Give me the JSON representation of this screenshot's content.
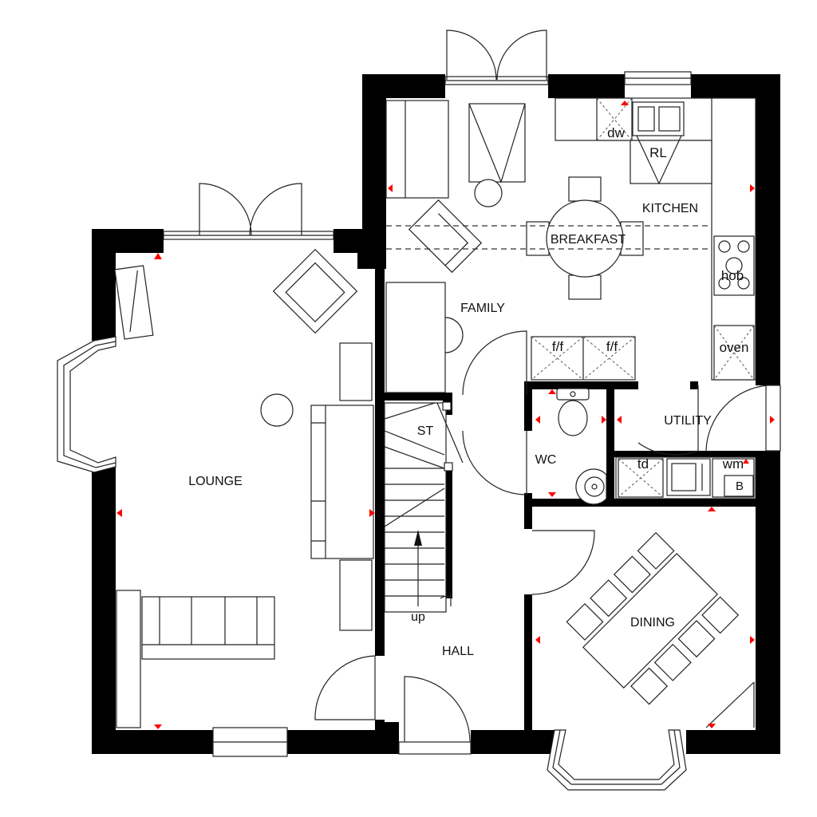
{
  "rooms": {
    "lounge": "LOUNGE",
    "family": "FAMILY",
    "kitchen": "KITCHEN",
    "breakfast": "BREAKFAST",
    "utility": "UTILITY",
    "wc": "WC",
    "hall": "HALL",
    "dining": "DINING"
  },
  "fixtures": {
    "store": "ST",
    "stairs_up": "up",
    "dishwasher": "dw",
    "sink": "RL",
    "hob": "hob",
    "oven": "oven",
    "fridge_freezer_1": "f/f",
    "fridge_freezer_2": "f/f",
    "tumble_dryer": "td",
    "washing_machine": "wm",
    "boiler": "B"
  },
  "colors": {
    "wall": "#000000",
    "line": "#222222",
    "marker": "#ff0000",
    "background": "#ffffff"
  }
}
